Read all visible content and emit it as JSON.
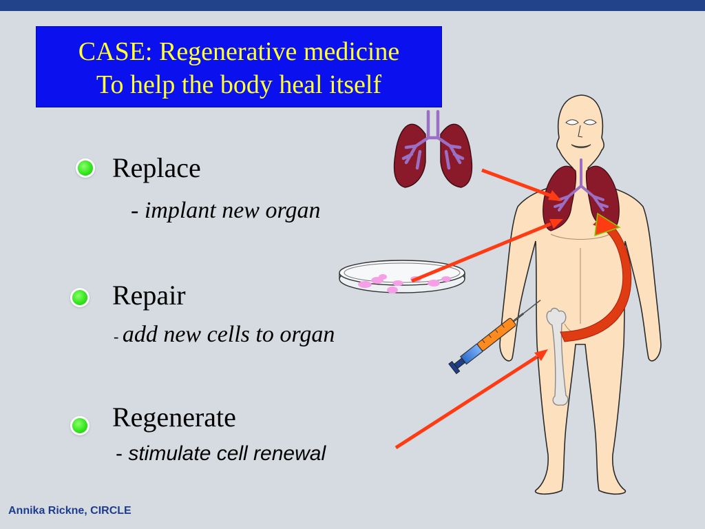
{
  "slide": {
    "title_line1": "CASE: Regenerative medicine",
    "title_line2": "To help the body heal itself",
    "items": [
      {
        "heading": "Replace",
        "dash": "- ",
        "detail": "implant new organ"
      },
      {
        "heading": "Repair",
        "dash": "- ",
        "detail": "add new cells to organ"
      },
      {
        "heading": "Regenerate",
        "dash": "- ",
        "detail": "stimulate cell renewal"
      }
    ],
    "footer": "Annika Rickne, CIRCLE"
  },
  "colors": {
    "title_bg": "#0a10ee",
    "title_text": "#ffff33",
    "bullet": "#33e61e",
    "arrow": "#ff3b14",
    "lung": "#8a1a2a",
    "airway": "#9b6fc4",
    "skin": "#fde0be"
  },
  "icons": [
    "human-body-illustration",
    "lungs-icon",
    "petri-dish-icon",
    "syringe-icon",
    "bone-icon",
    "arrow-icon"
  ]
}
